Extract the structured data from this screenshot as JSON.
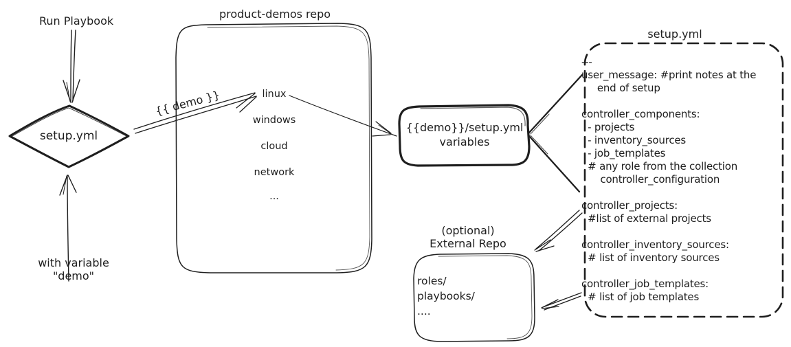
{
  "canvas": {
    "background": "#ffffff",
    "ink": "#1e1e1e"
  },
  "left_flow": {
    "run_playbook_label": "Run Playbook",
    "with_variable_line1": "with variable",
    "with_variable_line2": "\"demo\"",
    "diamond_label": "setup.yml"
  },
  "demo_arrow_label": "{{ demo }}",
  "repo": {
    "title": "product-demos repo",
    "items": [
      "linux",
      "windows",
      "cloud",
      "network",
      "..."
    ]
  },
  "variables_box": {
    "line1": "{{demo}}/setup.yml",
    "line2": "variables"
  },
  "setup_yml": {
    "title": "setup.yml",
    "lines": [
      "---",
      "user_message: #print notes at the",
      "     end of setup",
      "",
      "controller_components:",
      "  - projects",
      "  - inventory_sources",
      "  - job_templates",
      "  # any role from the collection",
      "      controller_configuration",
      "",
      "controller_projects:",
      "  #list of external projects",
      "",
      "controller_inventory_sources:",
      "  # list of inventory sources",
      "",
      "controller_job_templates:",
      "  # list of job templates"
    ]
  },
  "external_repo": {
    "label_line1": "(optional)",
    "label_line2": "External Repo",
    "lines": [
      "roles/",
      "playbooks/",
      "...."
    ]
  }
}
